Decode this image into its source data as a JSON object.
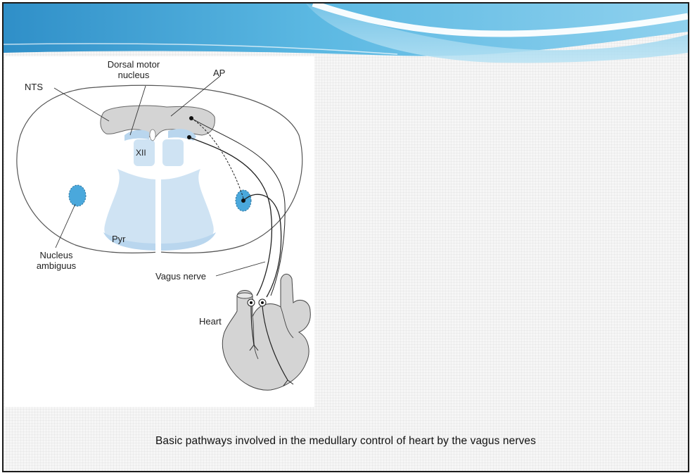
{
  "figure": {
    "labels": {
      "dorsal_motor_line1": "Dorsal motor",
      "dorsal_motor_line2": "nucleus",
      "ap": "AP",
      "nts": "NTS",
      "xii": "XII",
      "pyr": "Pyr",
      "nucleus_ambiguus_line1": "Nucleus",
      "nucleus_ambiguus_line2": "ambiguus",
      "vagus_nerve": "Vagus nerve",
      "heart": "Heart"
    }
  },
  "caption": "Basic pathways involved in the medullary control of heart by the vagus nerves",
  "colors": {
    "header_blue": "#3aa3d6",
    "nucleus_blue": "#4aa8dc",
    "tract_light_blue": "#cfe3f3",
    "gray_region": "#d4d4d4"
  }
}
